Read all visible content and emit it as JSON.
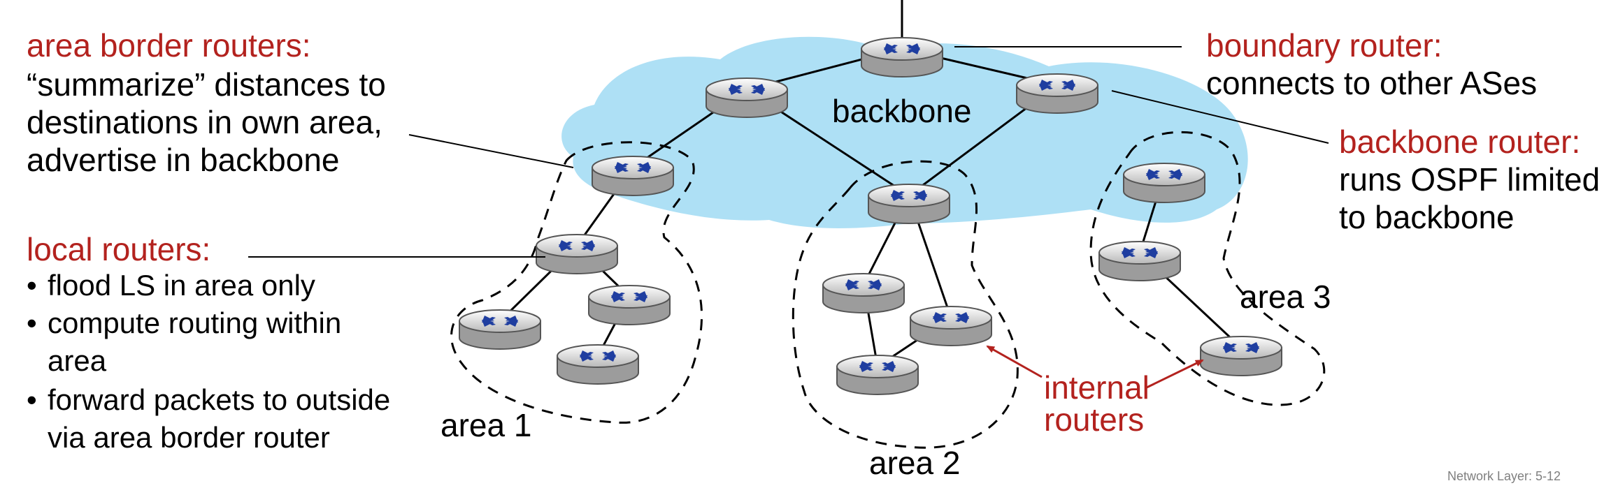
{
  "annotations": {
    "area_border": {
      "title": "area border routers:",
      "lines": [
        "“summarize” distances  to",
        "destinations in own area,",
        "advertise in backbone"
      ]
    },
    "local": {
      "title": "local routers:",
      "bullets": [
        "flood LS in area only",
        "compute routing within",
        "area",
        "forward packets to outside",
        "via area border router"
      ]
    },
    "boundary": {
      "title": "boundary router:",
      "lines": [
        "connects to other ASes"
      ]
    },
    "backbone_router": {
      "title": "backbone router:",
      "lines": [
        "runs OSPF limited",
        "to backbone"
      ]
    },
    "internal": {
      "lines": [
        "internal",
        "routers"
      ]
    }
  },
  "region_labels": {
    "backbone": "backbone",
    "area1": "area 1",
    "area2": "area 2",
    "area3": "area 3"
  },
  "footer": "Network Layer: 5-12",
  "colors": {
    "backbone_fill": "#aee0f5",
    "accent_red": "#b3221e",
    "router_arrow": "#1f3ea0"
  },
  "icons": {
    "router": "router-icon"
  }
}
